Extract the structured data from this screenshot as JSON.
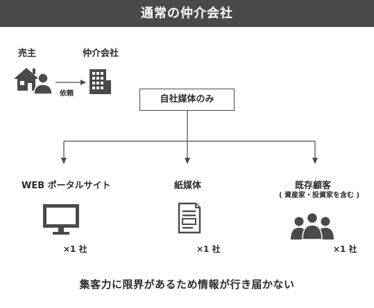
{
  "title": "通常の仲介会社",
  "seller": {
    "label": "売主",
    "icon": "house-person-icon"
  },
  "broker": {
    "label": "仲介会社",
    "icon": "office-building-icon"
  },
  "request_label": "依頼",
  "center_box": "自社媒体のみ",
  "channels": [
    {
      "label": "WEB ポータルサイト",
      "icon": "monitor-icon",
      "count": "×1 社"
    },
    {
      "label": "紙媒体",
      "icon": "document-icon",
      "count": "×1 社"
    },
    {
      "label": "既存顧客",
      "sublabel": "( 資産家・投資家を含む )",
      "icon": "people-group-icon",
      "count": "×1 社"
    }
  ],
  "conclusion": "集客力に限界があるため情報が行き届かない",
  "colors": {
    "title_bg": "#4a4a4a",
    "title_text": "#ffffff",
    "ink": "#2b2b2b",
    "icon": "#4a4a4a"
  }
}
